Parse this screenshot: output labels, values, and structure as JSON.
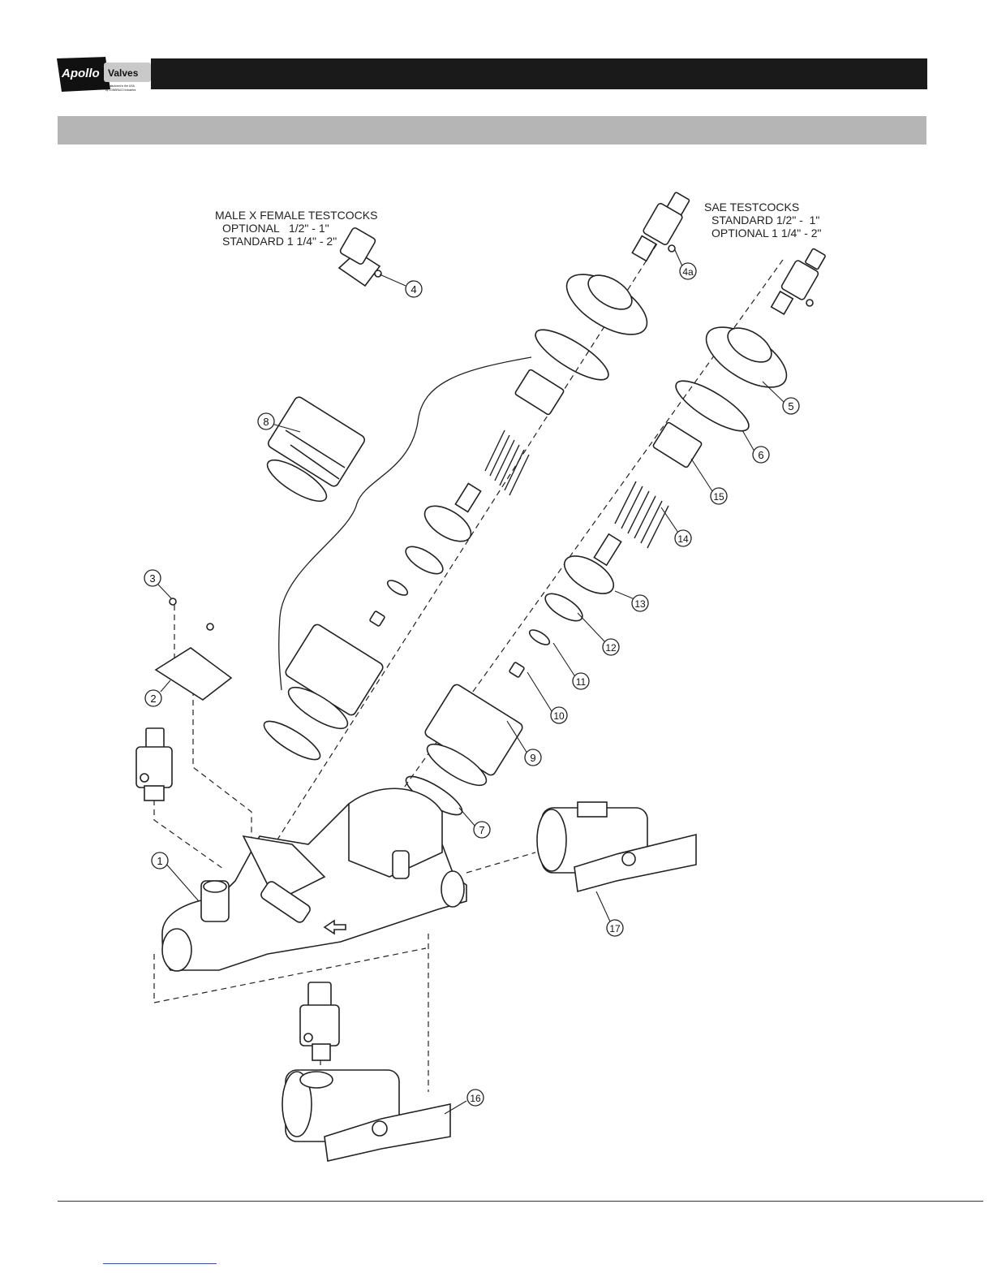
{
  "brand": {
    "logo_text": "Apollo",
    "logo_suffix": "Valves",
    "logo_small_1": "manufactured in the USA",
    "logo_small_2": "by CONBRACO Industries"
  },
  "notes": {
    "male_female_title": "MALE X FEMALE TESTCOCKS",
    "male_female_line1": "OPTIONAL   1/2\" - 1\"",
    "male_female_line2": "STANDARD 1 1/4\" - 2\"",
    "sae_title": "SAE TESTCOCKS",
    "sae_line1": "STANDARD 1/2\" -  1\"",
    "sae_line2": "OPTIONAL 1 1/4\" - 2\""
  },
  "callouts": [
    "1",
    "2",
    "3",
    "4",
    "4a",
    "5",
    "6",
    "7",
    "8",
    "9",
    "10",
    "11",
    "12",
    "13",
    "14",
    "15",
    "16",
    "17"
  ],
  "colors": {
    "header": "#1a1a1a",
    "section": "#b5b5b5",
    "line": "#222222"
  }
}
